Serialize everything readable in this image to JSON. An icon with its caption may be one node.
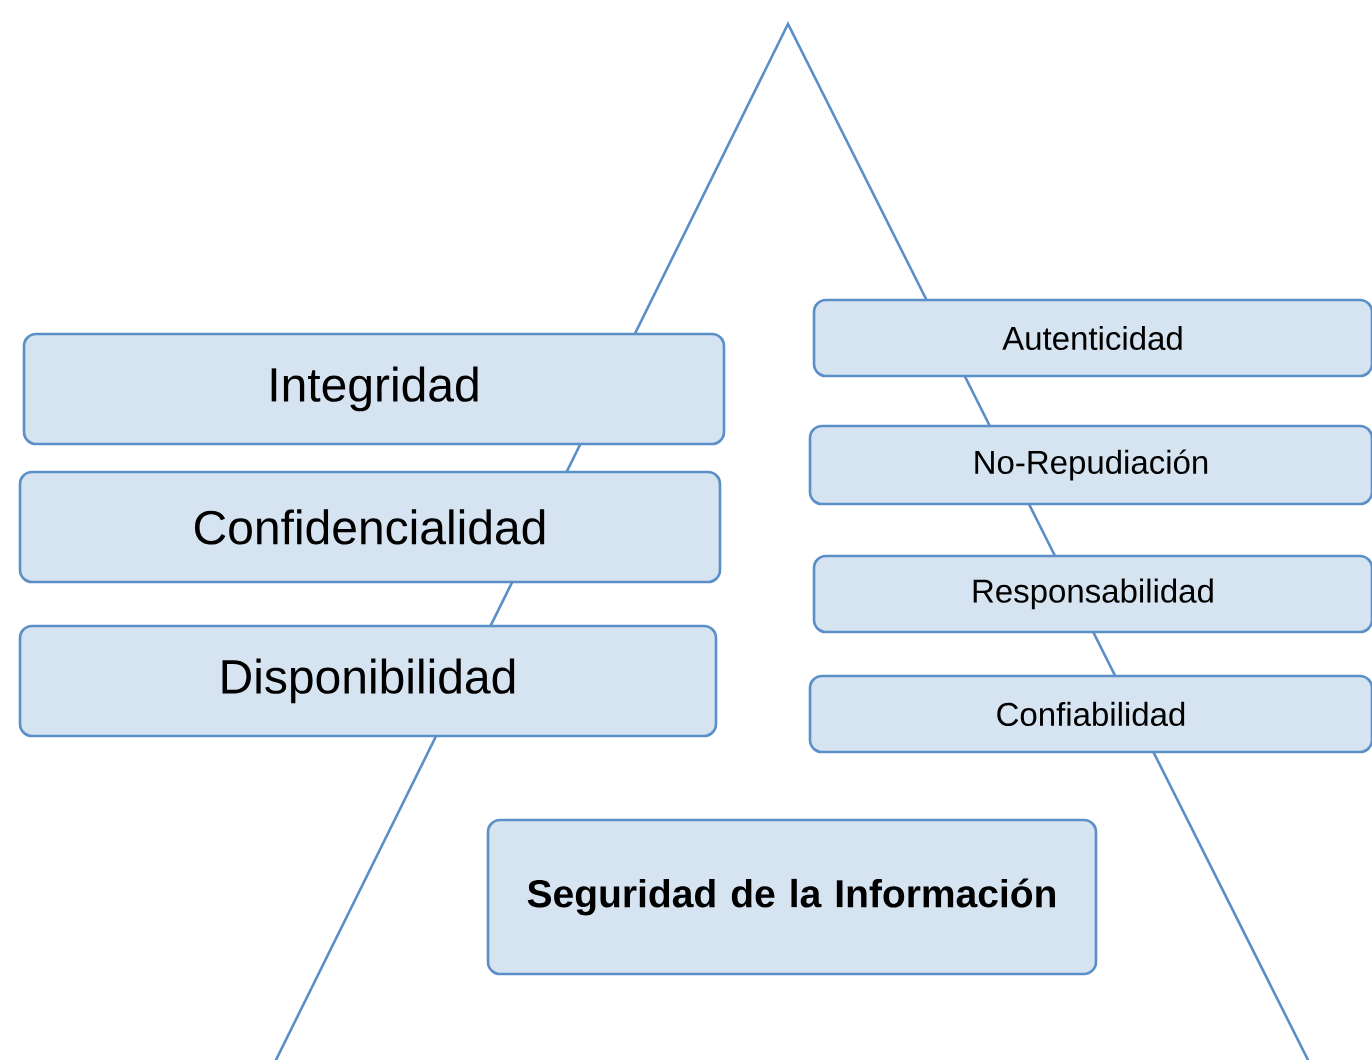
{
  "diagram": {
    "nodes": [
      {
        "text": [
          "Integridad"
        ]
      },
      {
        "text": [
          "Confidencialidad"
        ]
      },
      {
        "text": [
          "Disponibilidad"
        ]
      },
      {
        "text": [
          "Autenticidad"
        ]
      },
      {
        "text": [
          "No-Repudiación"
        ]
      },
      {
        "text": [
          "Responsabilidad"
        ]
      },
      {
        "text": [
          "Confiabilidad"
        ]
      },
      {
        "text": [
          "Seguridad de la Información"
        ]
      }
    ]
  }
}
